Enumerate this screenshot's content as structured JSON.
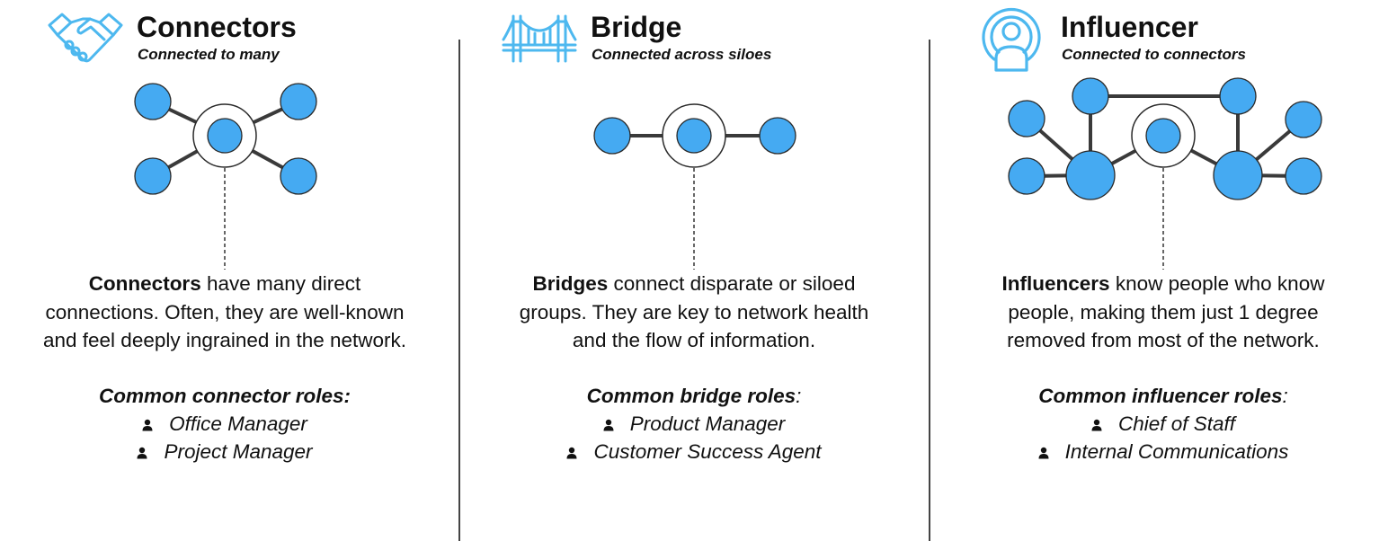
{
  "colors": {
    "icon": "#4db8ef",
    "node": "#45aaf2",
    "edge": "#3a3a3a",
    "divider": "#444444"
  },
  "columns": [
    {
      "title": "Connectors",
      "subtitle": "Connected to many",
      "icon": "handshake-icon",
      "desc_bold": "Connectors",
      "desc_line1_rest": " have many direct",
      "desc_line2": "connections. Often, they are well-known",
      "desc_line3": "and feel deeply ingrained in the network.",
      "roles_title": "Common connector roles",
      "roles_colon": ":",
      "roles": [
        "Office Manager",
        "Project Manager"
      ]
    },
    {
      "title": "Bridge",
      "subtitle": "Connected across siloes",
      "icon": "bridge-icon",
      "desc_bold": "Bridges",
      "desc_line1_rest": " connect disparate or siloed",
      "desc_line2": "groups. They are key to network health",
      "desc_line3": "and the flow of information.",
      "roles_title": "Common bridge roles",
      "roles_colon": ":",
      "roles": [
        "Product Manager",
        "Customer Success Agent"
      ]
    },
    {
      "title": "Influencer",
      "subtitle": "Connected to connectors",
      "icon": "broadcast-person-icon",
      "desc_bold": "Influencers",
      "desc_line1_rest": " know people who know",
      "desc_line2": "people, making them just 1 degree",
      "desc_line3": "removed from most of the network.",
      "roles_title": "Common influencer roles",
      "roles_colon": ":",
      "roles": [
        "Chief of Staff",
        "Internal Communications"
      ]
    }
  ]
}
